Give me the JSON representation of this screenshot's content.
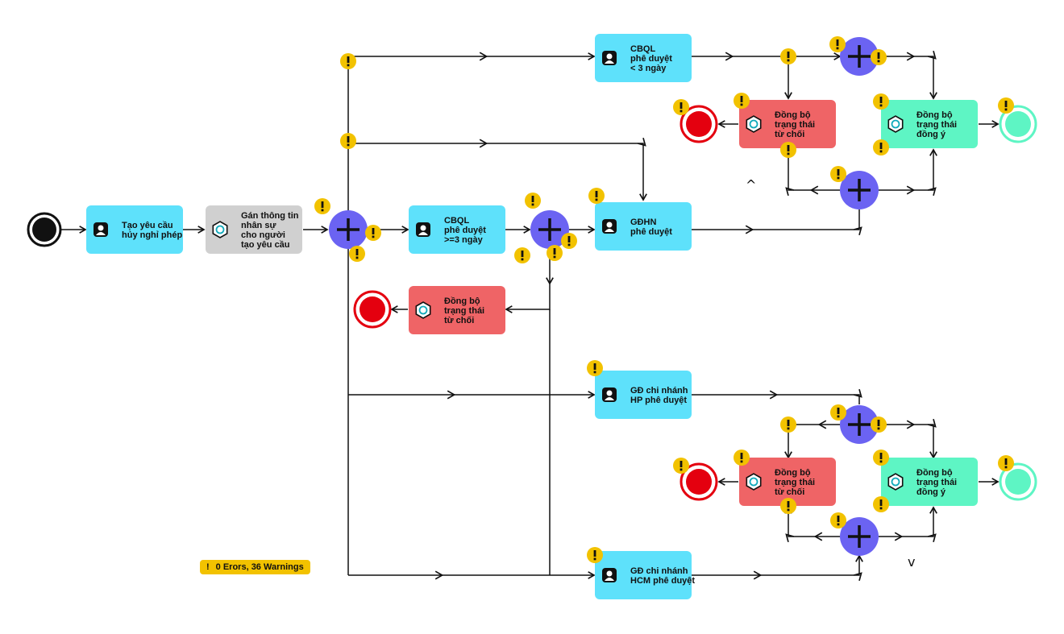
{
  "tasks": {
    "tao_yeu_cau": {
      "lines": [
        "Tạo yêu cầu",
        "hủy nghỉ phép"
      ]
    },
    "gan_thong_tin": {
      "lines": [
        "Gán thông tin",
        "nhân sự",
        "cho người",
        "tạo yêu cầu"
      ]
    },
    "cbql_lt3": {
      "lines": [
        "CBQL",
        "phê duyệt",
        "< 3 ngày"
      ]
    },
    "cbql_ge3": {
      "lines": [
        "CBQL",
        "phê duyệt",
        ">=3 ngày"
      ]
    },
    "gdhn": {
      "lines": [
        "GĐHN",
        "phê duyệt"
      ]
    },
    "dongbo_tuchoi_top": {
      "lines": [
        "Đồng bộ",
        "trạng thái",
        "từ chối"
      ]
    },
    "dongbo_dongy_top": {
      "lines": [
        "Đồng bộ",
        "trạng thái",
        "đồng ý"
      ]
    },
    "dongbo_tuchoi_mid": {
      "lines": [
        "Đồng bộ",
        "trạng thái",
        "từ chối"
      ]
    },
    "gd_hp": {
      "lines": [
        "GĐ chi nhánh",
        "HP phê duyệt"
      ]
    },
    "gd_hcm": {
      "lines": [
        "GĐ chi nhánh",
        "HCM phê duyệt"
      ]
    },
    "dongbo_tuchoi_bot": {
      "lines": [
        "Đồng bộ",
        "trạng thái",
        "từ chối"
      ]
    },
    "dongbo_dongy_bot": {
      "lines": [
        "Đồng bộ",
        "trạng thái",
        "đồng ý"
      ]
    }
  },
  "status": {
    "icon": "!",
    "text": "0 Erors, 36 Warnings"
  },
  "scroll": {
    "up": "^",
    "down": "v"
  },
  "colors": {
    "user_task": "#5ee1fb",
    "service_task_grey": "#d0d0d0",
    "reject_task": "#ef6466",
    "approve_task": "#5ef5c4",
    "gateway": "#6b63f2",
    "end_reject": "#e4000f",
    "end_approve": "#5ef5c4",
    "warning": "#f2c200"
  }
}
